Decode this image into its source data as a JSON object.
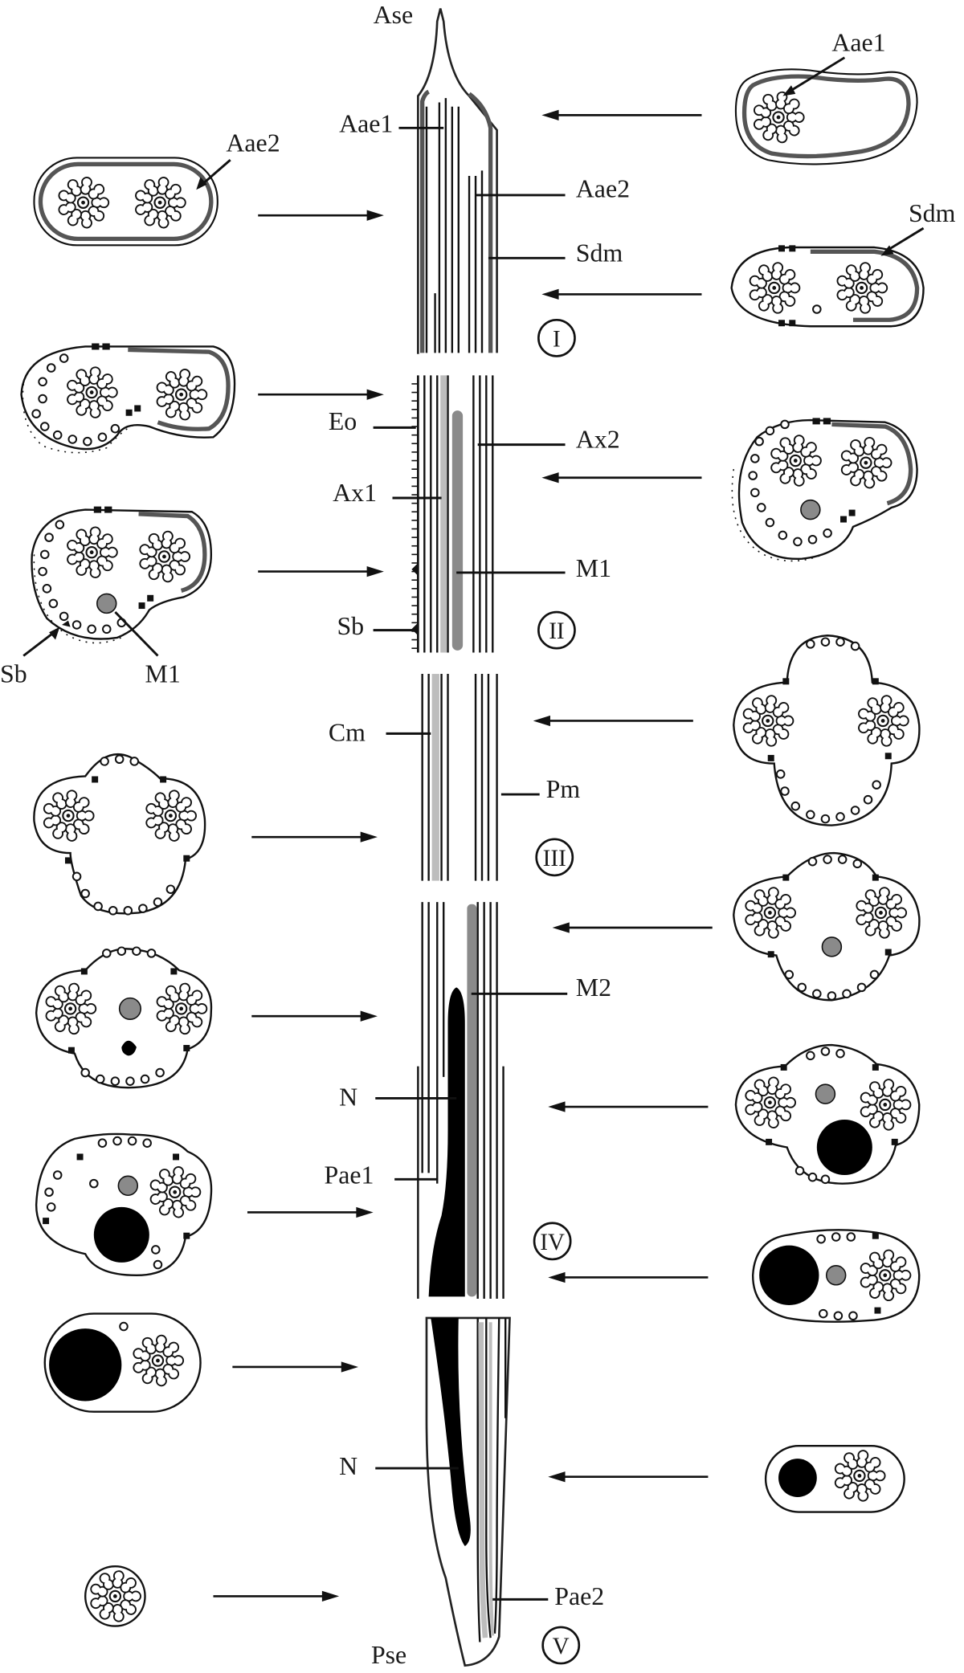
{
  "labels": {
    "ase": "Ase",
    "pse": "Pse",
    "aae1_tail": "Aae1",
    "aae1_right": "Aae1",
    "aae2_tail": "Aae2",
    "aae2_left": "Aae2",
    "sdm_tail": "Sdm",
    "sdm_right": "Sdm",
    "eo": "Eo",
    "ax1": "Ax1",
    "ax2": "Ax2",
    "m1_tail": "M1",
    "m1_left": "M1",
    "sb_tail": "Sb",
    "sb_left": "Sb",
    "cm": "Cm",
    "pm": "Pm",
    "m2": "M2",
    "n1": "N",
    "pae1": "Pae1",
    "n2": "N",
    "pae2": "Pae2"
  },
  "regions": [
    "I",
    "II",
    "III",
    "IV",
    "V"
  ],
  "colors": {
    "line": "#111111",
    "thick_band": "#555555",
    "mito_fill": "#8a8a8a",
    "mito_light": "#bdbdbd",
    "nucleus": "#000000"
  }
}
